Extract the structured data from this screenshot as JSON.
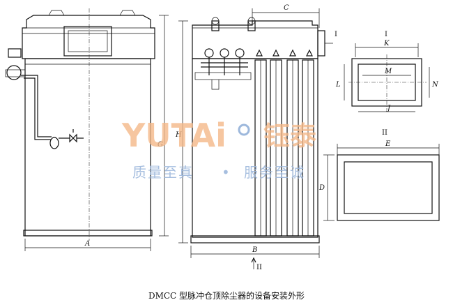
{
  "caption": "DMCC 型脉冲仓顶除尘器的设备安装外形",
  "watermark": {
    "brand_latin": "YUTAi",
    "brand_han": "钰泰",
    "slogan_left": "质量至真",
    "slogan_right": "服务至诚",
    "separator": "•",
    "colors": {
      "brand": "#f4b989",
      "slogan": "#9db8dc"
    }
  },
  "dimension_labels": {
    "A": "A",
    "B": "B",
    "C": "C",
    "D": "D",
    "E": "E",
    "G": "G",
    "H": "H",
    "K": "K",
    "L": "L",
    "M": "M",
    "N": "N",
    "J": "J"
  },
  "section_marks": {
    "I_top": "I",
    "I_side": "I",
    "II_top": "II",
    "II_bottom": "II"
  }
}
